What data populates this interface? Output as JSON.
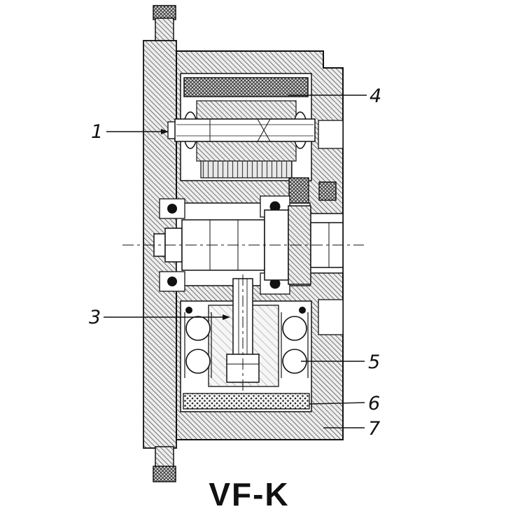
{
  "title": "VF-K",
  "labels": {
    "part1": "1",
    "part3": "3",
    "part4": "4",
    "part5": "5",
    "part6": "6",
    "part7": "7"
  }
}
